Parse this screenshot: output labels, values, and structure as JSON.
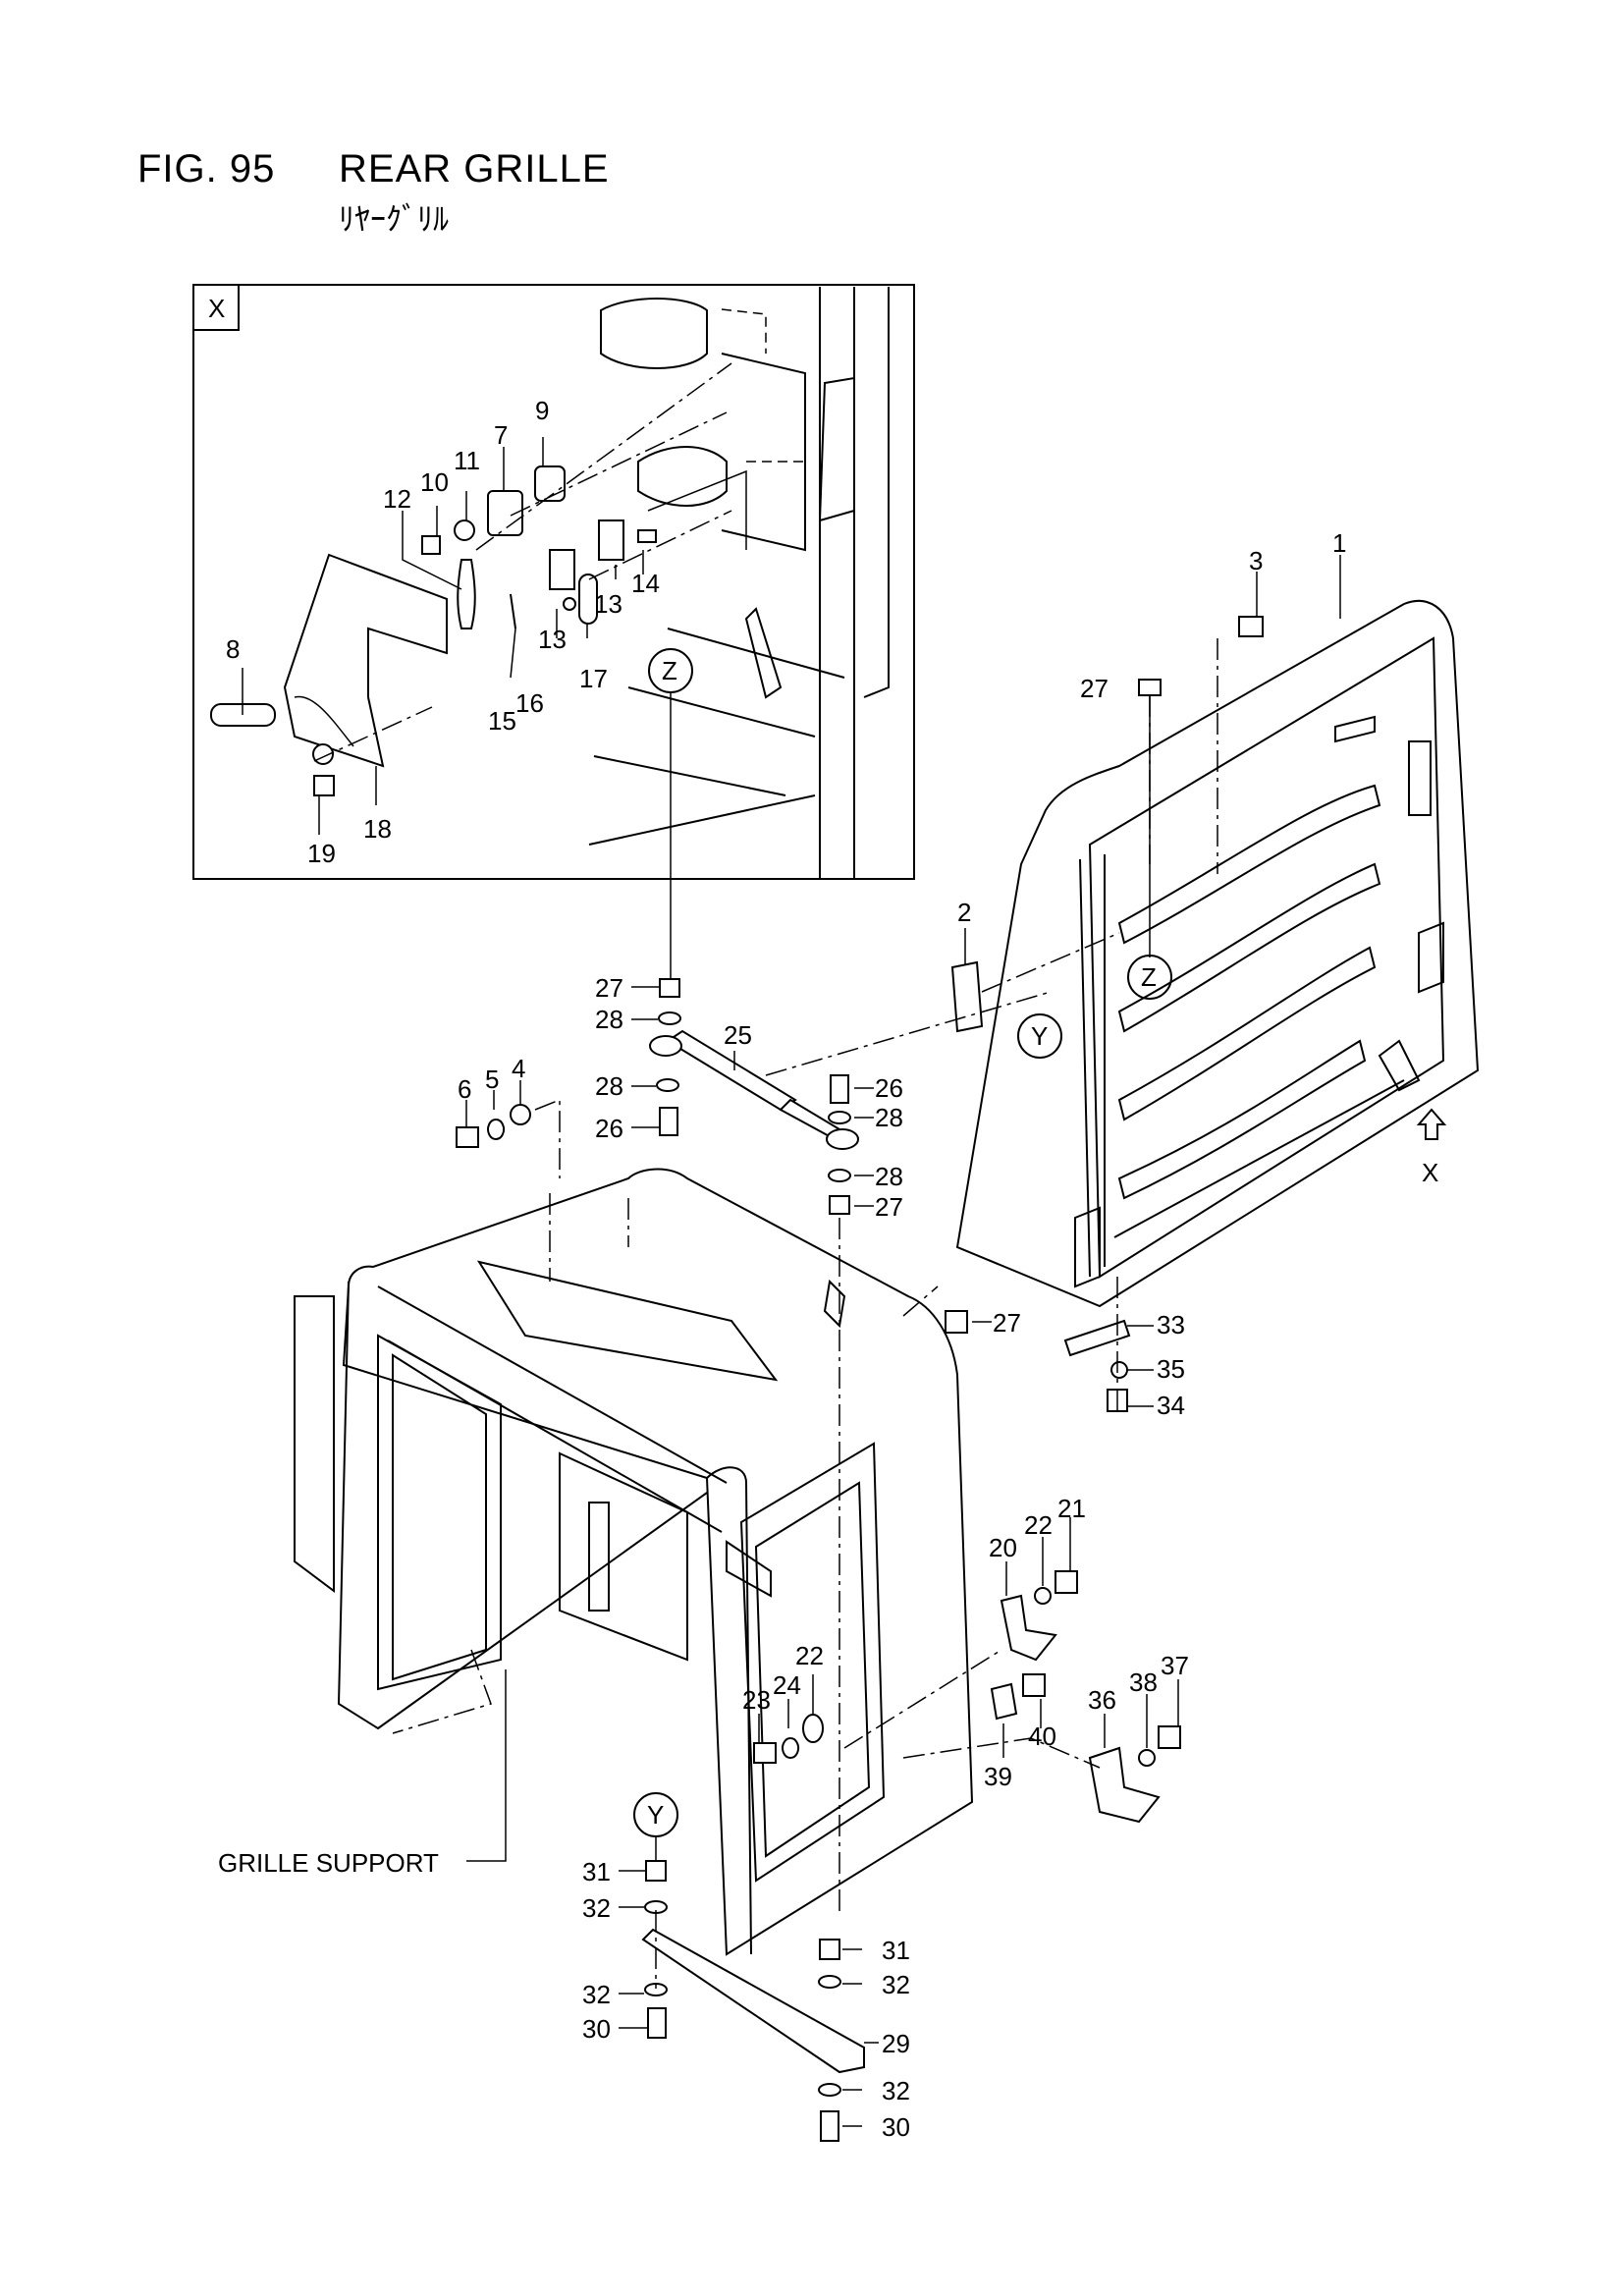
{
  "figure": {
    "number": "FIG. 95",
    "title": "REAR GRILLE",
    "title_jp": "ﾘﾔｰｸﾞﾘﾙ"
  },
  "detail": {
    "label": "X",
    "view_mark": "X"
  },
  "refs": {
    "z": "Z",
    "y": "Y"
  },
  "callouts": [
    "1",
    "2",
    "3",
    "4",
    "5",
    "6",
    "7",
    "8",
    "9",
    "10",
    "11",
    "12",
    "13",
    "14",
    "15",
    "16",
    "17",
    "18",
    "19",
    "20",
    "21",
    "22",
    "23",
    "24",
    "25",
    "26",
    "27",
    "28",
    "29",
    "30",
    "31",
    "32",
    "33",
    "34",
    "35",
    "36",
    "37",
    "38",
    "39",
    "40"
  ],
  "grille_support_label": "GRILLE SUPPORT"
}
